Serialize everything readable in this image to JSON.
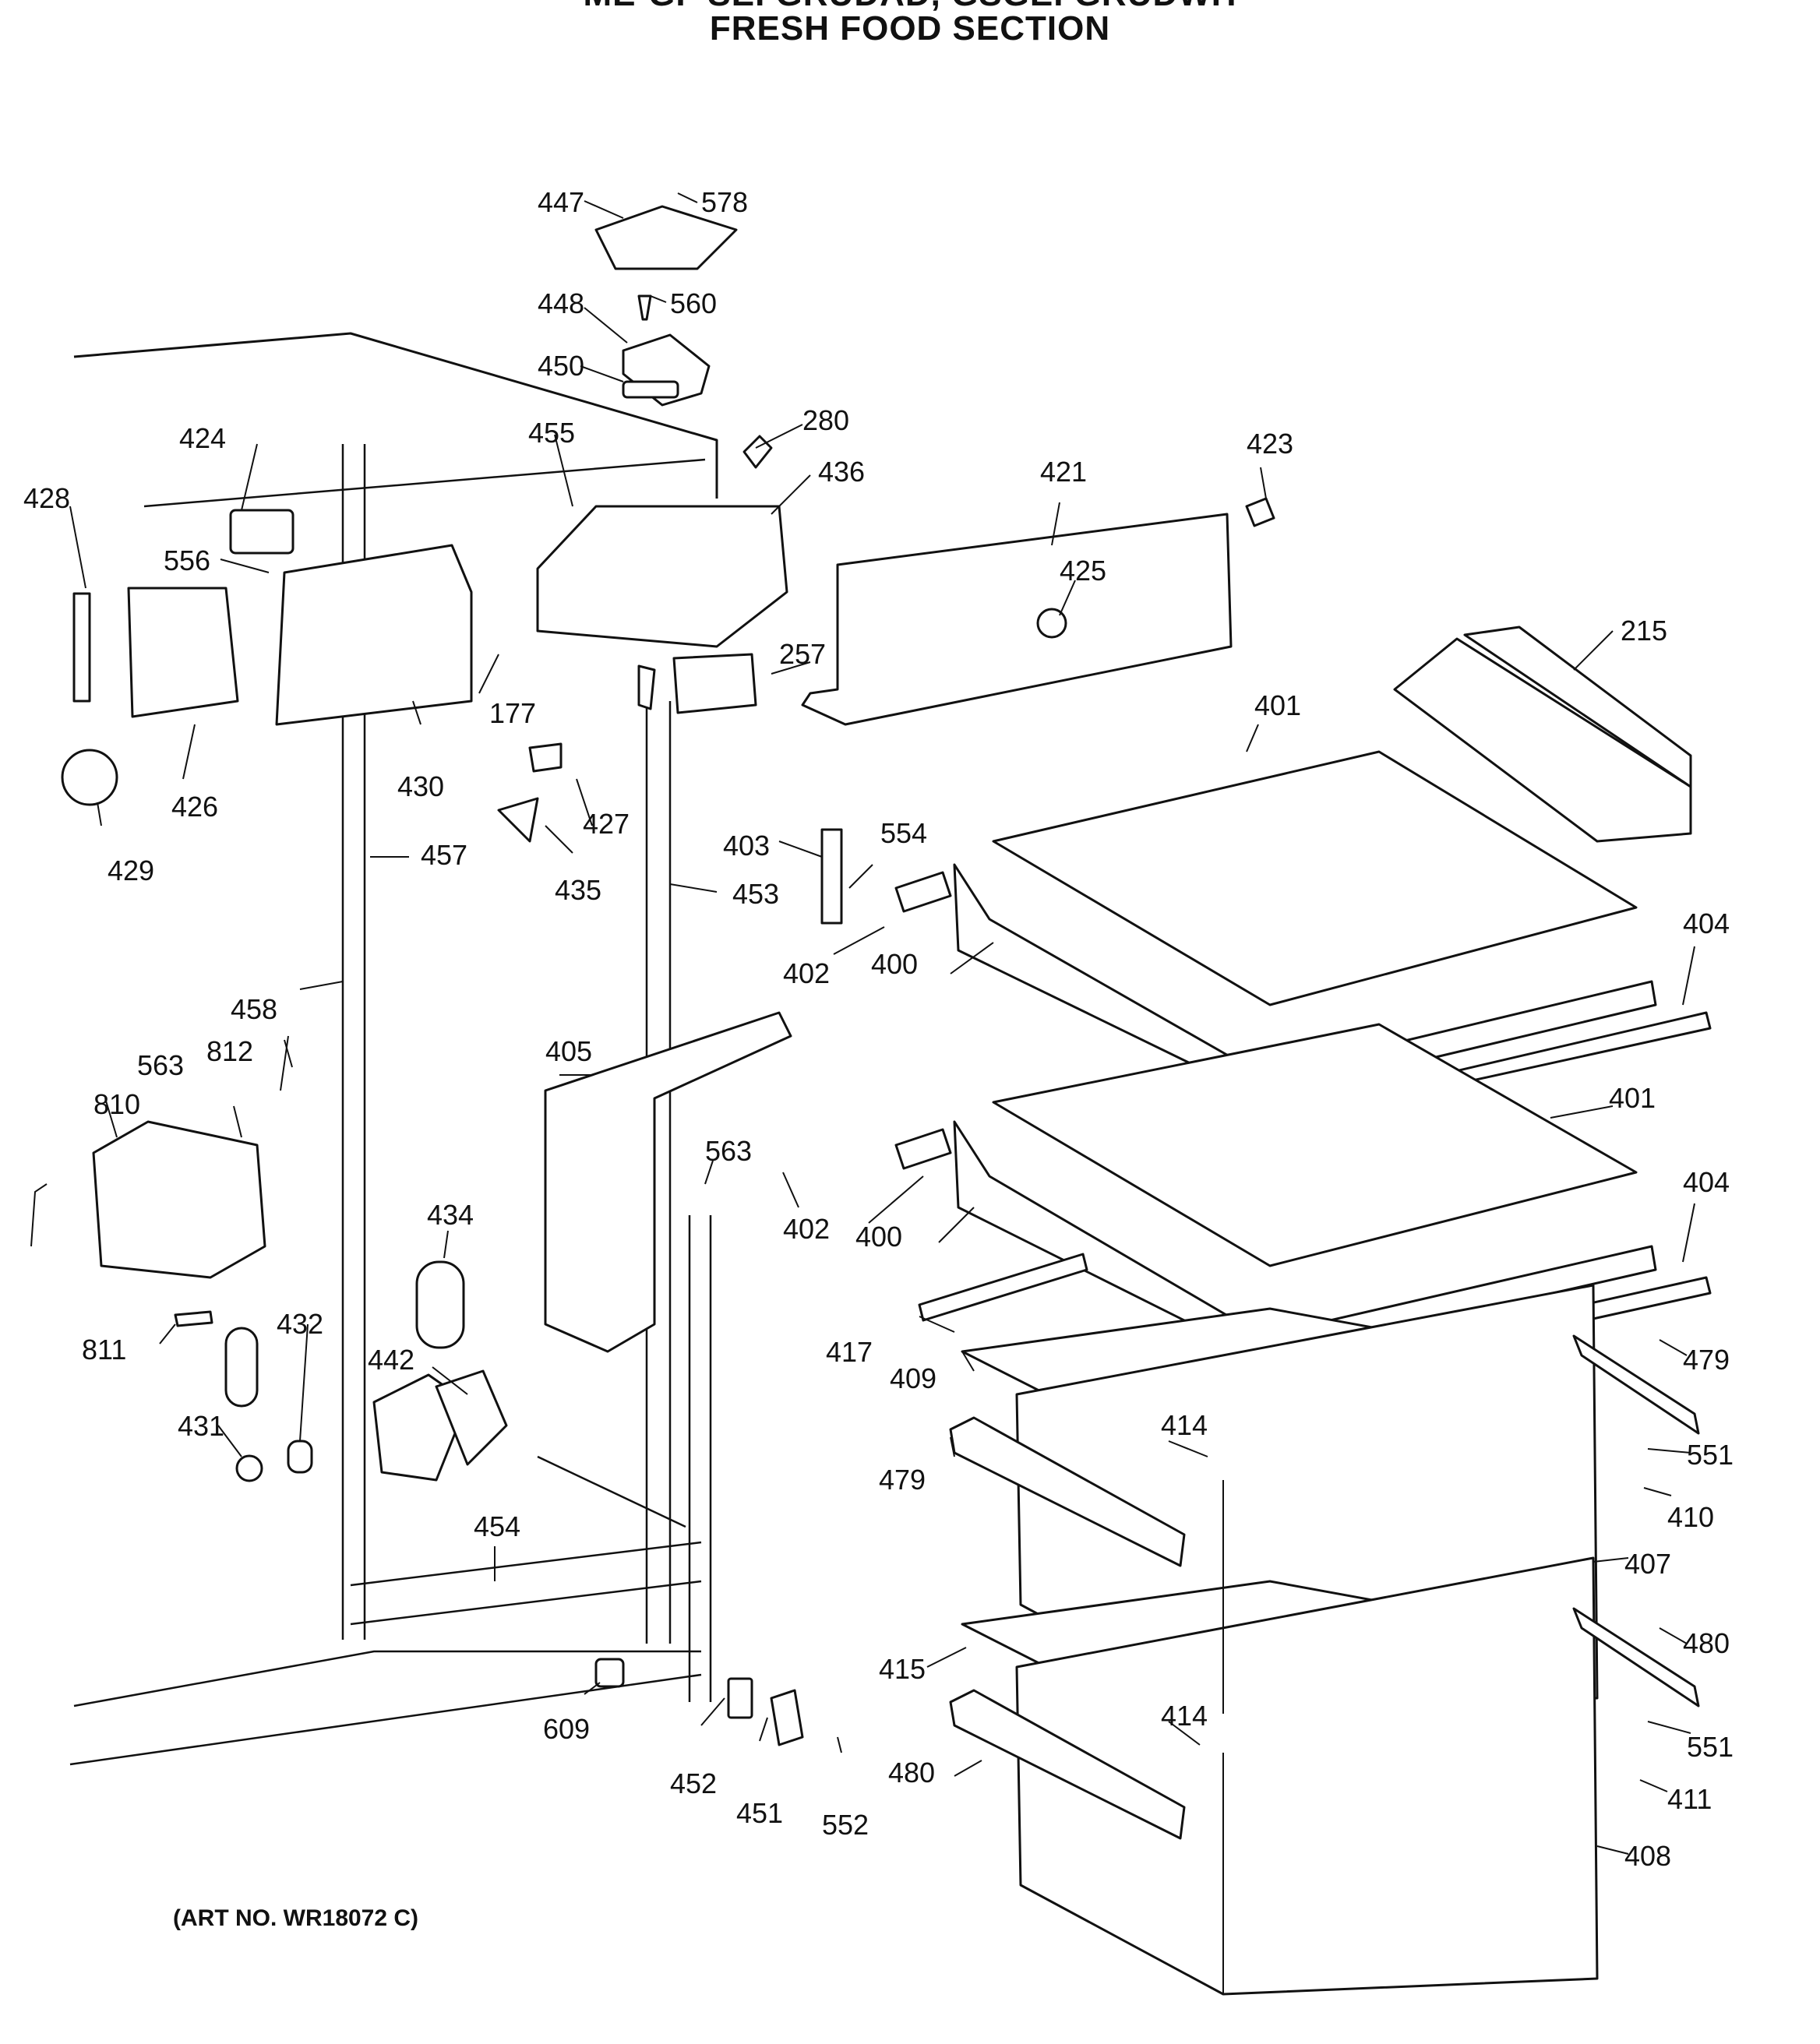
{
  "title": {
    "line1": "ME-GF SEI GRUDAD, GSGEI GRUDWH",
    "line2": "FRESH FOOD SECTION"
  },
  "art_number": "(ART NO. WR18072 C)",
  "callouts": [
    "447",
    "578",
    "448",
    "560",
    "450",
    "280",
    "455",
    "436",
    "424",
    "428",
    "556",
    "421",
    "423",
    "425",
    "215",
    "426",
    "430",
    "177",
    "427",
    "257",
    "401",
    "429",
    "457",
    "435",
    "403",
    "554",
    "453",
    "402",
    "400",
    "404",
    "458",
    "812",
    "563",
    "405",
    "810",
    "401",
    "563",
    "402",
    "400",
    "404",
    "434",
    "417",
    "479",
    "409",
    "811",
    "432",
    "442",
    "414",
    "551",
    "431",
    "479",
    "410",
    "454",
    "407",
    "415",
    "480",
    "414",
    "609",
    "551",
    "480",
    "452",
    "451",
    "552",
    "411",
    "408"
  ]
}
